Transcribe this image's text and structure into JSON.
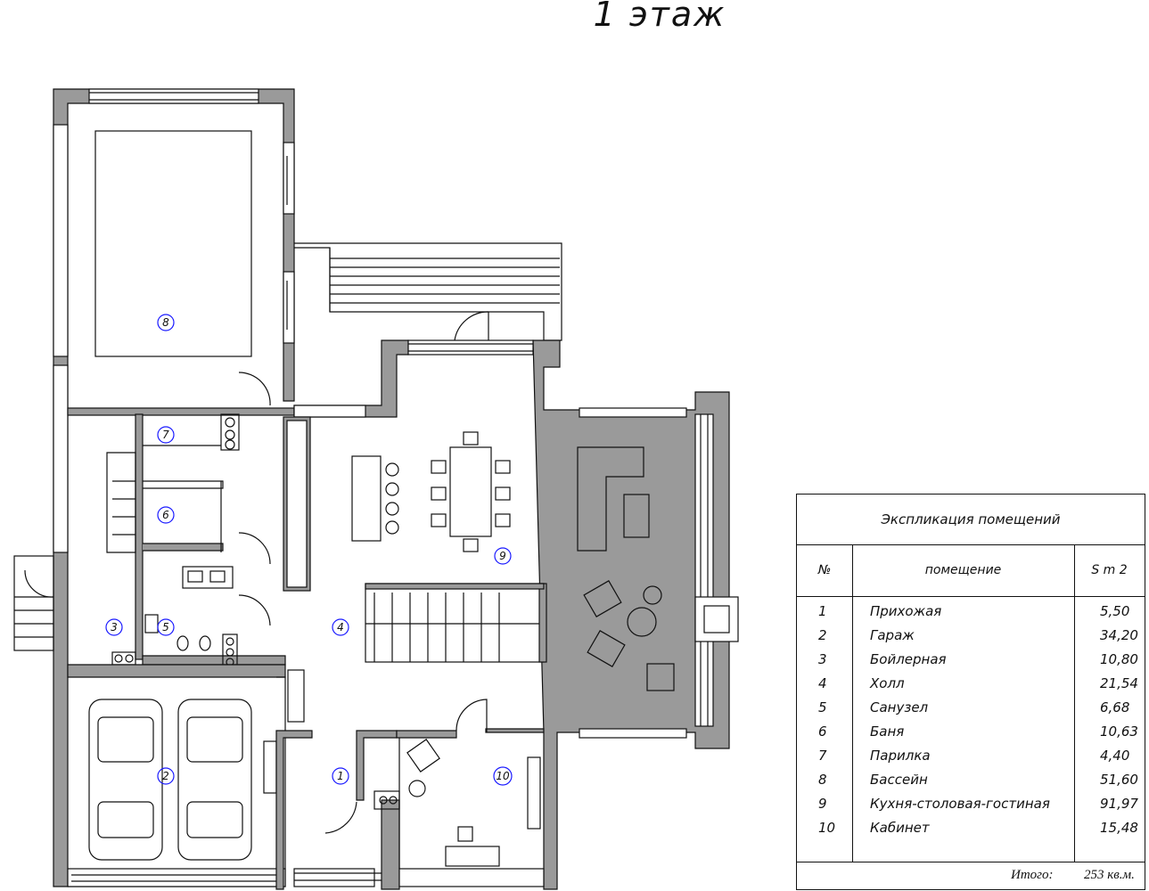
{
  "title": "1 этаж",
  "room_markers": [
    {
      "id": "1"
    },
    {
      "id": "2"
    },
    {
      "id": "3"
    },
    {
      "id": "4"
    },
    {
      "id": "5"
    },
    {
      "id": "6"
    },
    {
      "id": "7"
    },
    {
      "id": "8"
    },
    {
      "id": "9"
    },
    {
      "id": "10"
    }
  ],
  "explication": {
    "heading": "Экспликация помещений",
    "col_num": "№",
    "col_room": "помещение",
    "col_area": "S m 2",
    "rows": [
      {
        "num": "1",
        "name": "Прихожая",
        "area": "5,50"
      },
      {
        "num": "2",
        "name": "Гараж",
        "area": "34,20"
      },
      {
        "num": "3",
        "name": "Бойлерная",
        "area": "10,80"
      },
      {
        "num": "4",
        "name": "Холл",
        "area": "21,54"
      },
      {
        "num": "5",
        "name": "Санузел",
        "area": "6,68"
      },
      {
        "num": "6",
        "name": "Баня",
        "area": "10,63"
      },
      {
        "num": "7",
        "name": "Парилка",
        "area": "4,40"
      },
      {
        "num": "8",
        "name": "Бассейн",
        "area": "51,60"
      },
      {
        "num": "9",
        "name": "Кухня-столовая-гостиная",
        "area": "91,97"
      },
      {
        "num": "10",
        "name": "Кабинет",
        "area": "15,48"
      }
    ],
    "total_label": "Итого:",
    "total_value": "253 кв.м."
  },
  "colors": {
    "wall": "#888888",
    "line": "#111111",
    "marker": "#1a1aff"
  }
}
